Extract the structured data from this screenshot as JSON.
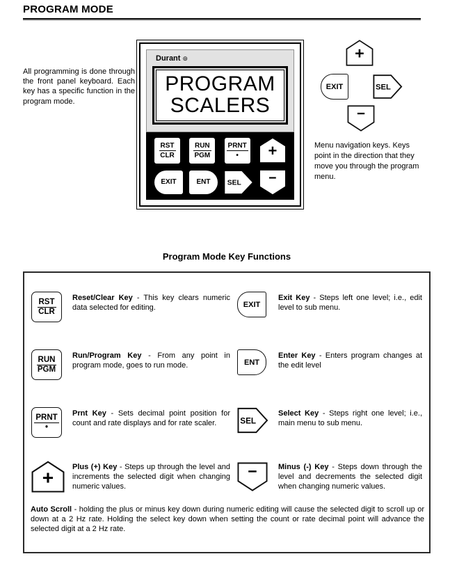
{
  "page": {
    "title": "PROGRAM MODE"
  },
  "intro": {
    "text": "All programming is done through the front panel keyboard.  Each key has a specific function in the program mode."
  },
  "device": {
    "brand": "Durant",
    "brand_mark": "⊚",
    "display_lines": [
      "PROGRAM",
      "SCALERS"
    ],
    "keys": {
      "rst_top": "RST",
      "rst_bottom": "CLR",
      "run_top": "RUN",
      "run_bottom": "PGM",
      "prnt_top": "PRNT",
      "prnt_bottom": "•",
      "exit": "EXIT",
      "ent": "ENT",
      "sel": "SEL",
      "plus": "+",
      "minus": "−"
    }
  },
  "nav": {
    "caption": "Menu navigation keys.  Keys point in the direction that they move you through the program menu."
  },
  "functions": {
    "heading": "Program Mode Key Functions",
    "rows": [
      {
        "left": {
          "term": "Reset/Clear Key",
          "desc": "-  This key clears numeric data selected for editing."
        },
        "right": {
          "term": "Exit Key",
          "desc": "-  Steps left one level; i.e., edit level to sub menu."
        }
      },
      {
        "left": {
          "term": "Run/Program Key",
          "desc": "-  From any point in program mode, goes to run mode."
        },
        "right": {
          "term": "Enter Key",
          "desc": "-  Enters program changes at the edit level"
        }
      },
      {
        "left": {
          "term": "Prnt Key",
          "desc": "-  Sets decimal point position for count and rate displays and for rate scaler."
        },
        "right": {
          "term": "Select Key",
          "desc": "-  Steps right one level; i.e., main menu to sub menu."
        }
      },
      {
        "left": {
          "term": "Plus (+) Key",
          "desc": "- Steps up through the level and increments the selected digit when changing numeric values."
        },
        "right": {
          "term": "Minus (-) Key",
          "desc": "- Steps down through the level and decrements the selected digit when changing numeric values."
        }
      }
    ],
    "note": {
      "term": "Auto Scroll",
      "desc": "- holding the plus or minus key down during numeric editing will cause the selected digit to scroll up or down at a 2 Hz rate.  Holding the select key down when setting the count or rate decimal point will advance the selected digit at a 2 Hz rate."
    }
  }
}
